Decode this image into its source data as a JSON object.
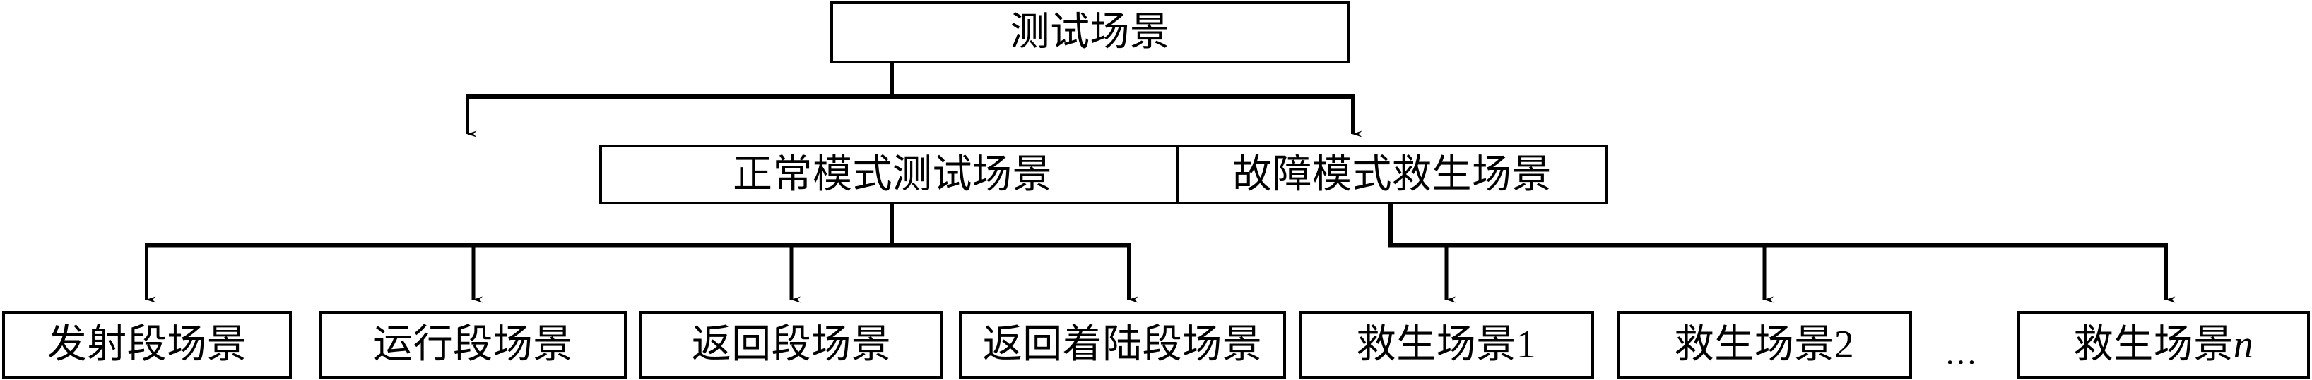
{
  "diagram": {
    "title": "测试场景",
    "type": "tree",
    "orientation": "top-down",
    "line_color": "#000000",
    "box_fill": "#ffffff",
    "background": "#ffffff",
    "ellipsis": "…",
    "levels": [
      {
        "level": 1,
        "nodes": [
          {
            "id": "root",
            "label": "测试场景"
          }
        ]
      },
      {
        "level": 2,
        "nodes": [
          {
            "id": "normal",
            "label": "正常模式测试场景"
          },
          {
            "id": "fault",
            "label": "故障模式救生场景"
          }
        ]
      },
      {
        "level": 3,
        "nodes": [
          {
            "id": "launch",
            "label": "发射段场景",
            "parent": "normal"
          },
          {
            "id": "operation",
            "label": "运行段场景",
            "parent": "normal"
          },
          {
            "id": "return",
            "label": "返回段场景",
            "parent": "normal"
          },
          {
            "id": "return-landing",
            "label": "返回着陆段场景",
            "parent": "normal"
          },
          {
            "id": "rescue-1",
            "label": "救生场景1",
            "parent": "fault"
          },
          {
            "id": "rescue-2",
            "label": "救生场景2",
            "parent": "fault"
          },
          {
            "id": "rescue-n",
            "label_prefix": "救生场景",
            "label_var": "n",
            "parent": "fault"
          }
        ]
      }
    ]
  }
}
